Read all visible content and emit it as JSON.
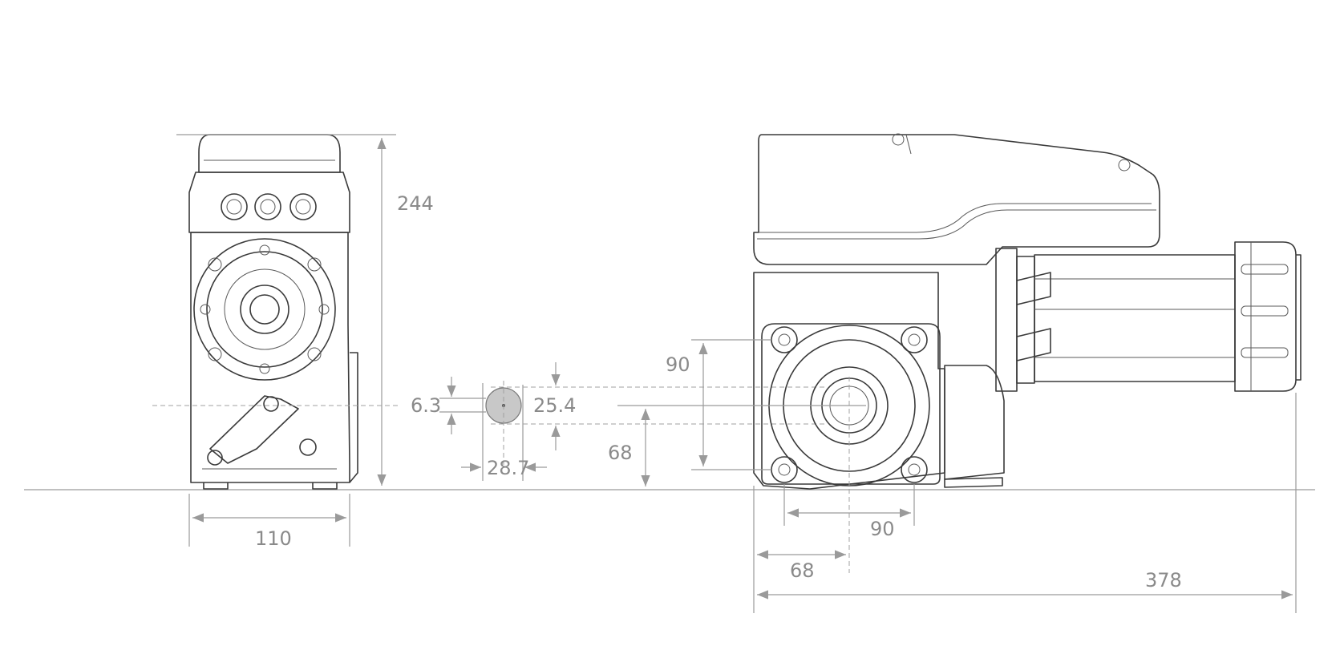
{
  "dimensions": {
    "height_total": "244",
    "width_front": "110",
    "keyway": "6.3",
    "shaft_diameter": "25.4",
    "shaft_key_depth": "28.7",
    "bolt_spacing_vertical": "90",
    "shaft_height": "68",
    "bolt_spacing_horizontal": "90",
    "shaft_offset": "68",
    "length_total": "378"
  },
  "colors": {
    "line": "#3a3a3a",
    "dimension": "#9a9a9a",
    "shaft_fill": "#c8c8c8"
  }
}
